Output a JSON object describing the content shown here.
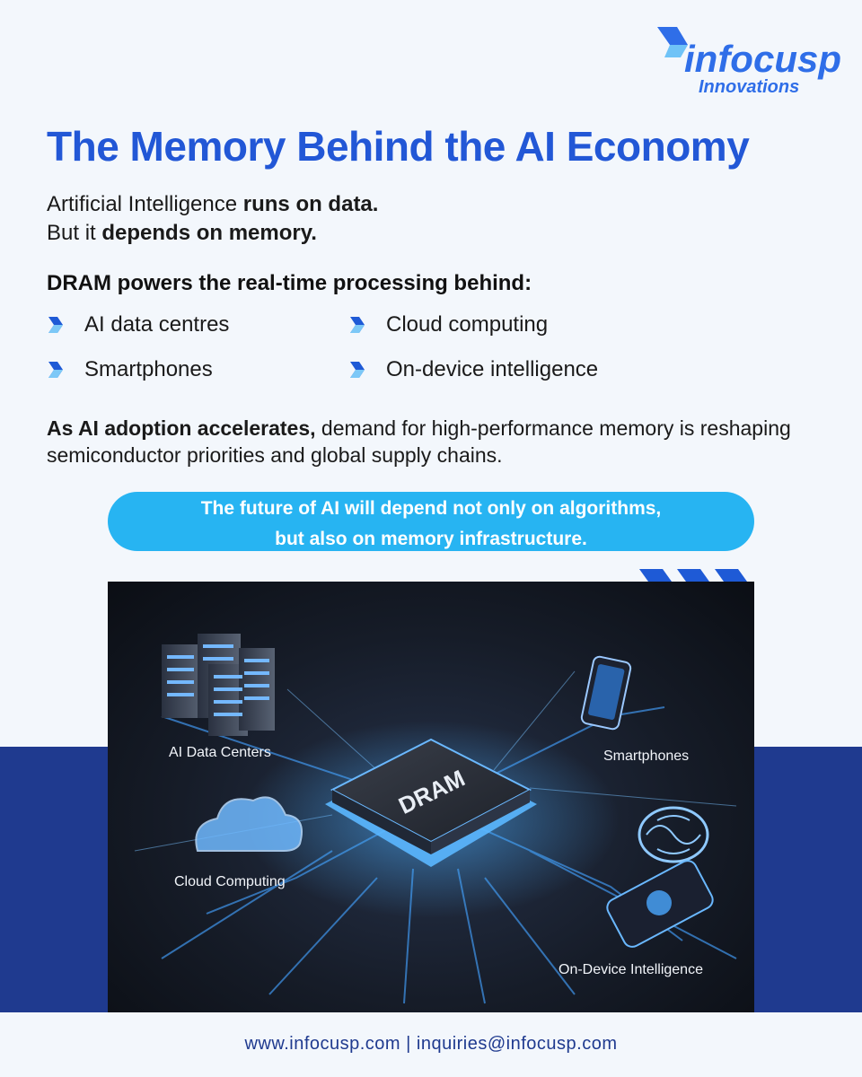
{
  "brand": {
    "name": "infocusp",
    "tagline": "Innovations",
    "accent": "#2f6ee8",
    "logo_icon": "infocusp-logo-mark"
  },
  "title": "The Memory Behind the AI Economy",
  "intro": {
    "line1_prefix": "Artificial Intelligence ",
    "line1_bold": "runs on data.",
    "line2_prefix": "But it ",
    "line2_bold": "depends on memory."
  },
  "powers_heading": "DRAM powers the real-time processing behind:",
  "bullets": [
    "AI data centres",
    "Cloud computing",
    "Smartphones",
    "On-device intelligence"
  ],
  "adoption": {
    "bold": "As AI adoption accelerates,",
    "rest": " demand for high-performance memory is reshaping semiconductor priorities and global supply chains."
  },
  "callout": {
    "line1": "The future of AI will depend not only on algorithms,",
    "line2": "but also on memory infrastructure.",
    "color": "#27b4f2"
  },
  "hero": {
    "chip_label": "DRAM",
    "labels": {
      "datacenters": "AI Data Centers",
      "smartphones": "Smartphones",
      "cloud": "Cloud Computing",
      "ondevice": "On-Device Intelligence"
    }
  },
  "footer": {
    "contact": "www.infocusp.com | inquiries@infocusp.com"
  },
  "colors": {
    "title": "#2257d6",
    "band": "#1f3a8f",
    "background": "#f3f7fc"
  }
}
